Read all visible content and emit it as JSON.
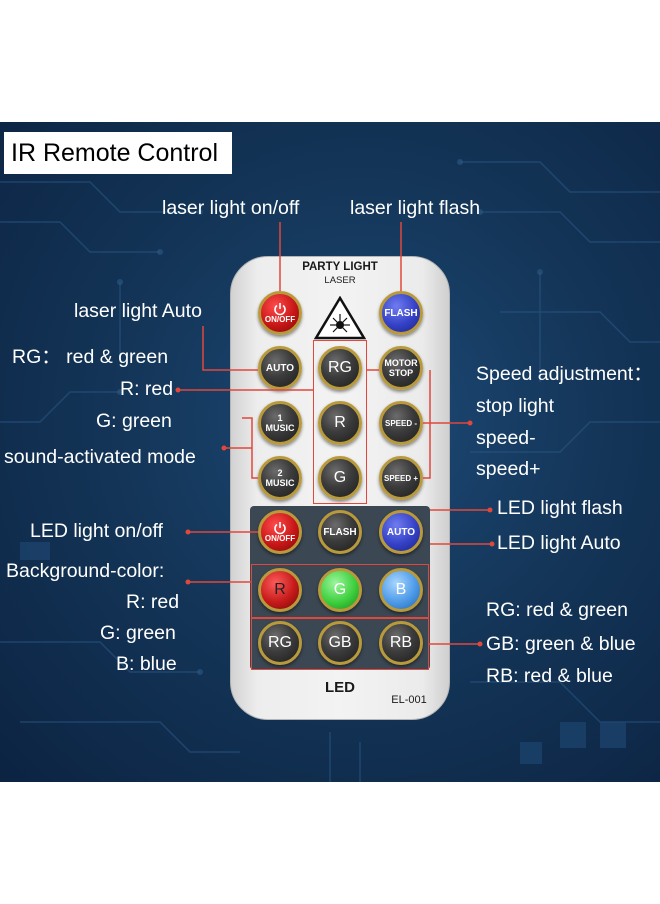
{
  "title": "IR Remote Control",
  "remote": {
    "header": "PARTY LIGHT",
    "subheader": "LASER",
    "led_label": "LED",
    "model": "EL-001",
    "laser_buttons": {
      "onoff": "ON/OFF",
      "flash": "FLASH",
      "auto": "AUTO",
      "rg": "RG",
      "motor_stop_1": "MOTOR",
      "motor_stop_2": "STOP",
      "music1_n": "1",
      "music1": "MUSIC",
      "r": "R",
      "speed_minus": "SPEED -",
      "music2_n": "2",
      "music2": "MUSIC",
      "g": "G",
      "speed_plus": "SPEED +"
    },
    "led_buttons": {
      "onoff": "ON/OFF",
      "flash": "FLASH",
      "auto": "AUTO",
      "r": "R",
      "g": "G",
      "b": "B",
      "rg": "RG",
      "gb": "GB",
      "rb": "RB"
    }
  },
  "annotations": {
    "laser_onoff": "laser light on/off",
    "laser_flash": "laser light flash",
    "laser_auto": "laser light Auto",
    "rg": "RG： red & green",
    "r": "R: red",
    "g": "G: green",
    "sound": "sound-activated mode",
    "speed_title": "Speed adjustment：",
    "stop": "stop light",
    "speed_minus": "speed-",
    "speed_plus": "speed+",
    "led_flash": "LED light flash",
    "led_auto": "LED light Auto",
    "led_onoff": "LED light on/off",
    "bg_title": "Background-color:",
    "bg_r": "R: red",
    "bg_g": "G: green",
    "bg_b": "B: blue",
    "mix_rg": "RG: red & green",
    "mix_gb": "GB: green & blue",
    "mix_rb": "RB: red & blue"
  },
  "colors": {
    "background": "#143659",
    "leader_line": "#e0483c",
    "button_ring": "#b89a3c"
  }
}
